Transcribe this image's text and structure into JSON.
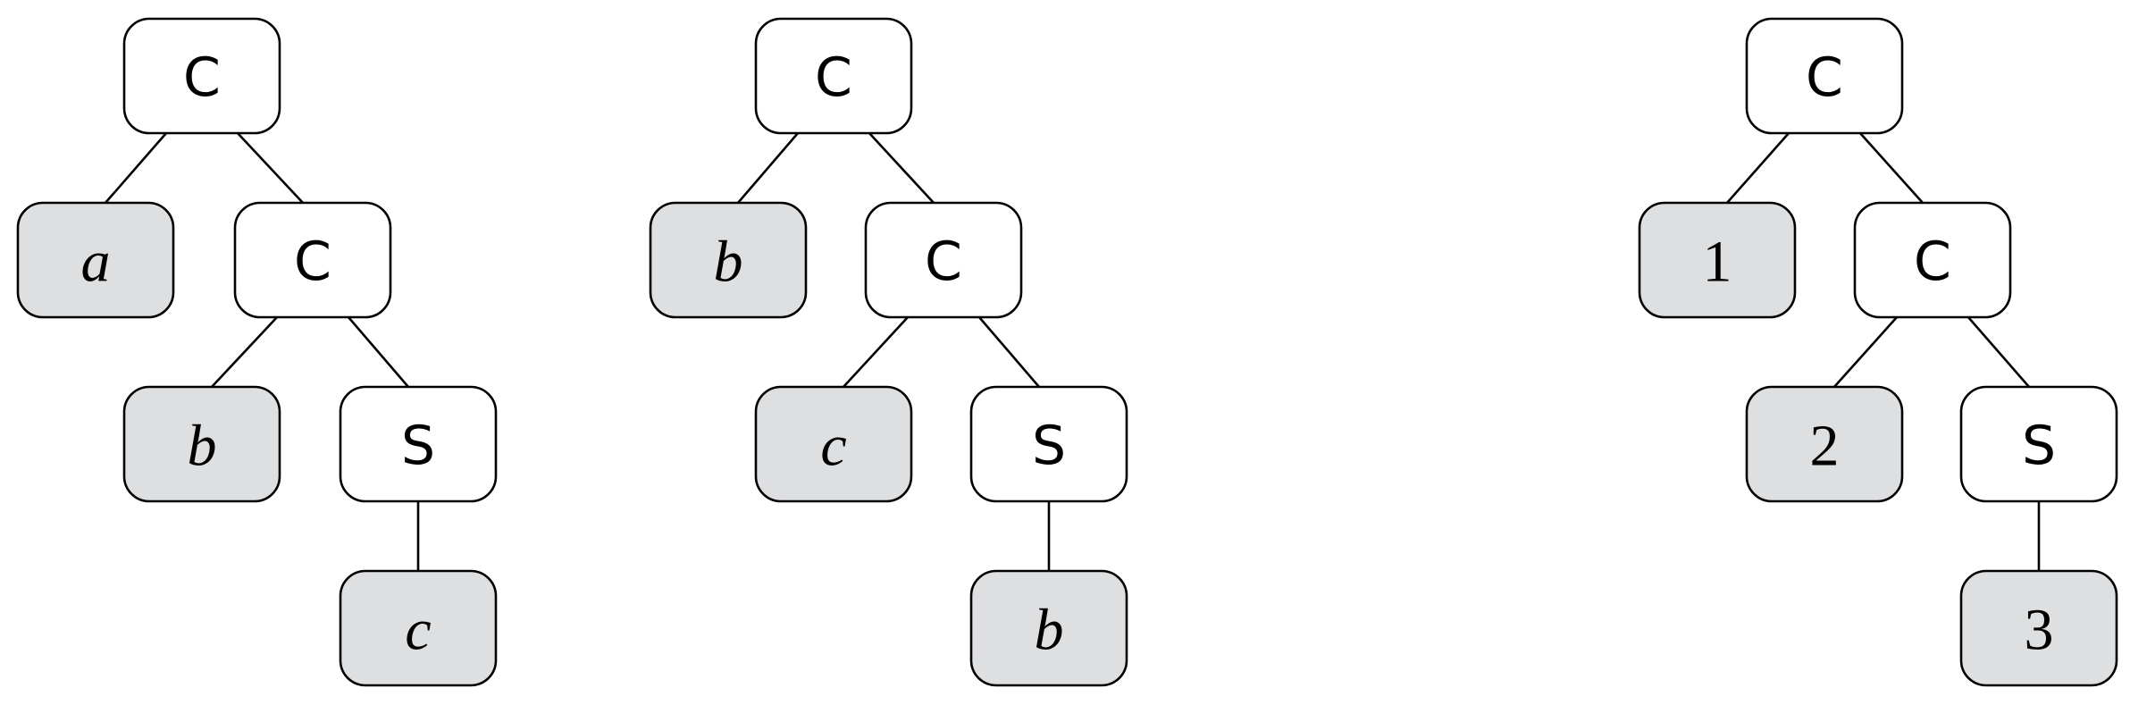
{
  "trees": [
    {
      "nodes": [
        {
          "id": "root",
          "label": "C",
          "kind": "internal"
        },
        {
          "id": "leaf-a",
          "label": "a",
          "kind": "leaf",
          "style": "italic"
        },
        {
          "id": "inner",
          "label": "C",
          "kind": "internal"
        },
        {
          "id": "leaf-b",
          "label": "b",
          "kind": "leaf",
          "style": "italic"
        },
        {
          "id": "s",
          "label": "S",
          "kind": "internal"
        },
        {
          "id": "leaf-c",
          "label": "c",
          "kind": "leaf",
          "style": "italic"
        }
      ],
      "edges": [
        [
          "root",
          "leaf-a"
        ],
        [
          "root",
          "inner"
        ],
        [
          "inner",
          "leaf-b"
        ],
        [
          "inner",
          "s"
        ],
        [
          "s",
          "leaf-c"
        ]
      ]
    },
    {
      "nodes": [
        {
          "id": "root",
          "label": "C",
          "kind": "internal"
        },
        {
          "id": "leaf-b",
          "label": "b",
          "kind": "leaf",
          "style": "italic"
        },
        {
          "id": "inner",
          "label": "C",
          "kind": "internal"
        },
        {
          "id": "leaf-c",
          "label": "c",
          "kind": "leaf",
          "style": "italic"
        },
        {
          "id": "s",
          "label": "S",
          "kind": "internal"
        },
        {
          "id": "leaf-b2",
          "label": "b",
          "kind": "leaf",
          "style": "italic"
        }
      ],
      "edges": [
        [
          "root",
          "leaf-b"
        ],
        [
          "root",
          "inner"
        ],
        [
          "inner",
          "leaf-c"
        ],
        [
          "inner",
          "s"
        ],
        [
          "s",
          "leaf-b2"
        ]
      ]
    },
    {
      "nodes": [
        {
          "id": "root",
          "label": "C",
          "kind": "internal"
        },
        {
          "id": "leaf-1",
          "label": "1",
          "kind": "leaf",
          "style": "numeral"
        },
        {
          "id": "inner",
          "label": "C",
          "kind": "internal"
        },
        {
          "id": "leaf-2",
          "label": "2",
          "kind": "leaf",
          "style": "numeral"
        },
        {
          "id": "s",
          "label": "S",
          "kind": "internal"
        },
        {
          "id": "leaf-3",
          "label": "3",
          "kind": "leaf",
          "style": "numeral"
        }
      ],
      "edges": [
        [
          "root",
          "leaf-1"
        ],
        [
          "root",
          "inner"
        ],
        [
          "inner",
          "leaf-2"
        ],
        [
          "inner",
          "s"
        ],
        [
          "s",
          "leaf-3"
        ]
      ]
    }
  ],
  "colors": {
    "internal_fill": "#ffffff",
    "leaf_fill": "#dedfe1",
    "stroke": "#000000"
  }
}
